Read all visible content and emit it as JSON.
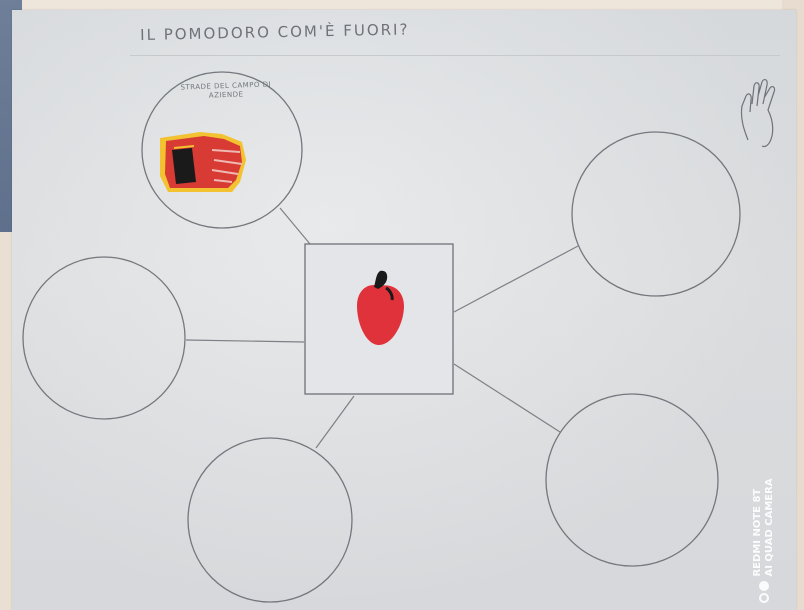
{
  "worksheet": {
    "title": "IL POMODORO COM'È FUORI?",
    "top_circle_caption": "STRADE DEL CAMPO DI AZIENDE"
  },
  "watermark": {
    "line1": "REDMI NOTE 8T",
    "line2": "AI QUAD CAMERA"
  },
  "colors": {
    "paper": "#dfe1e4",
    "pencil": "#7b7e84",
    "tomato_red": "#e0323a",
    "tomato_stem": "#1a1a1a",
    "drawing_yellow": "#f2c230"
  },
  "icons": {
    "hand": "hand-icon",
    "tomato": "tomato-icon",
    "field_drawing": "field-drawing-icon",
    "camera_logo": "dual-lens-logo-icon"
  }
}
